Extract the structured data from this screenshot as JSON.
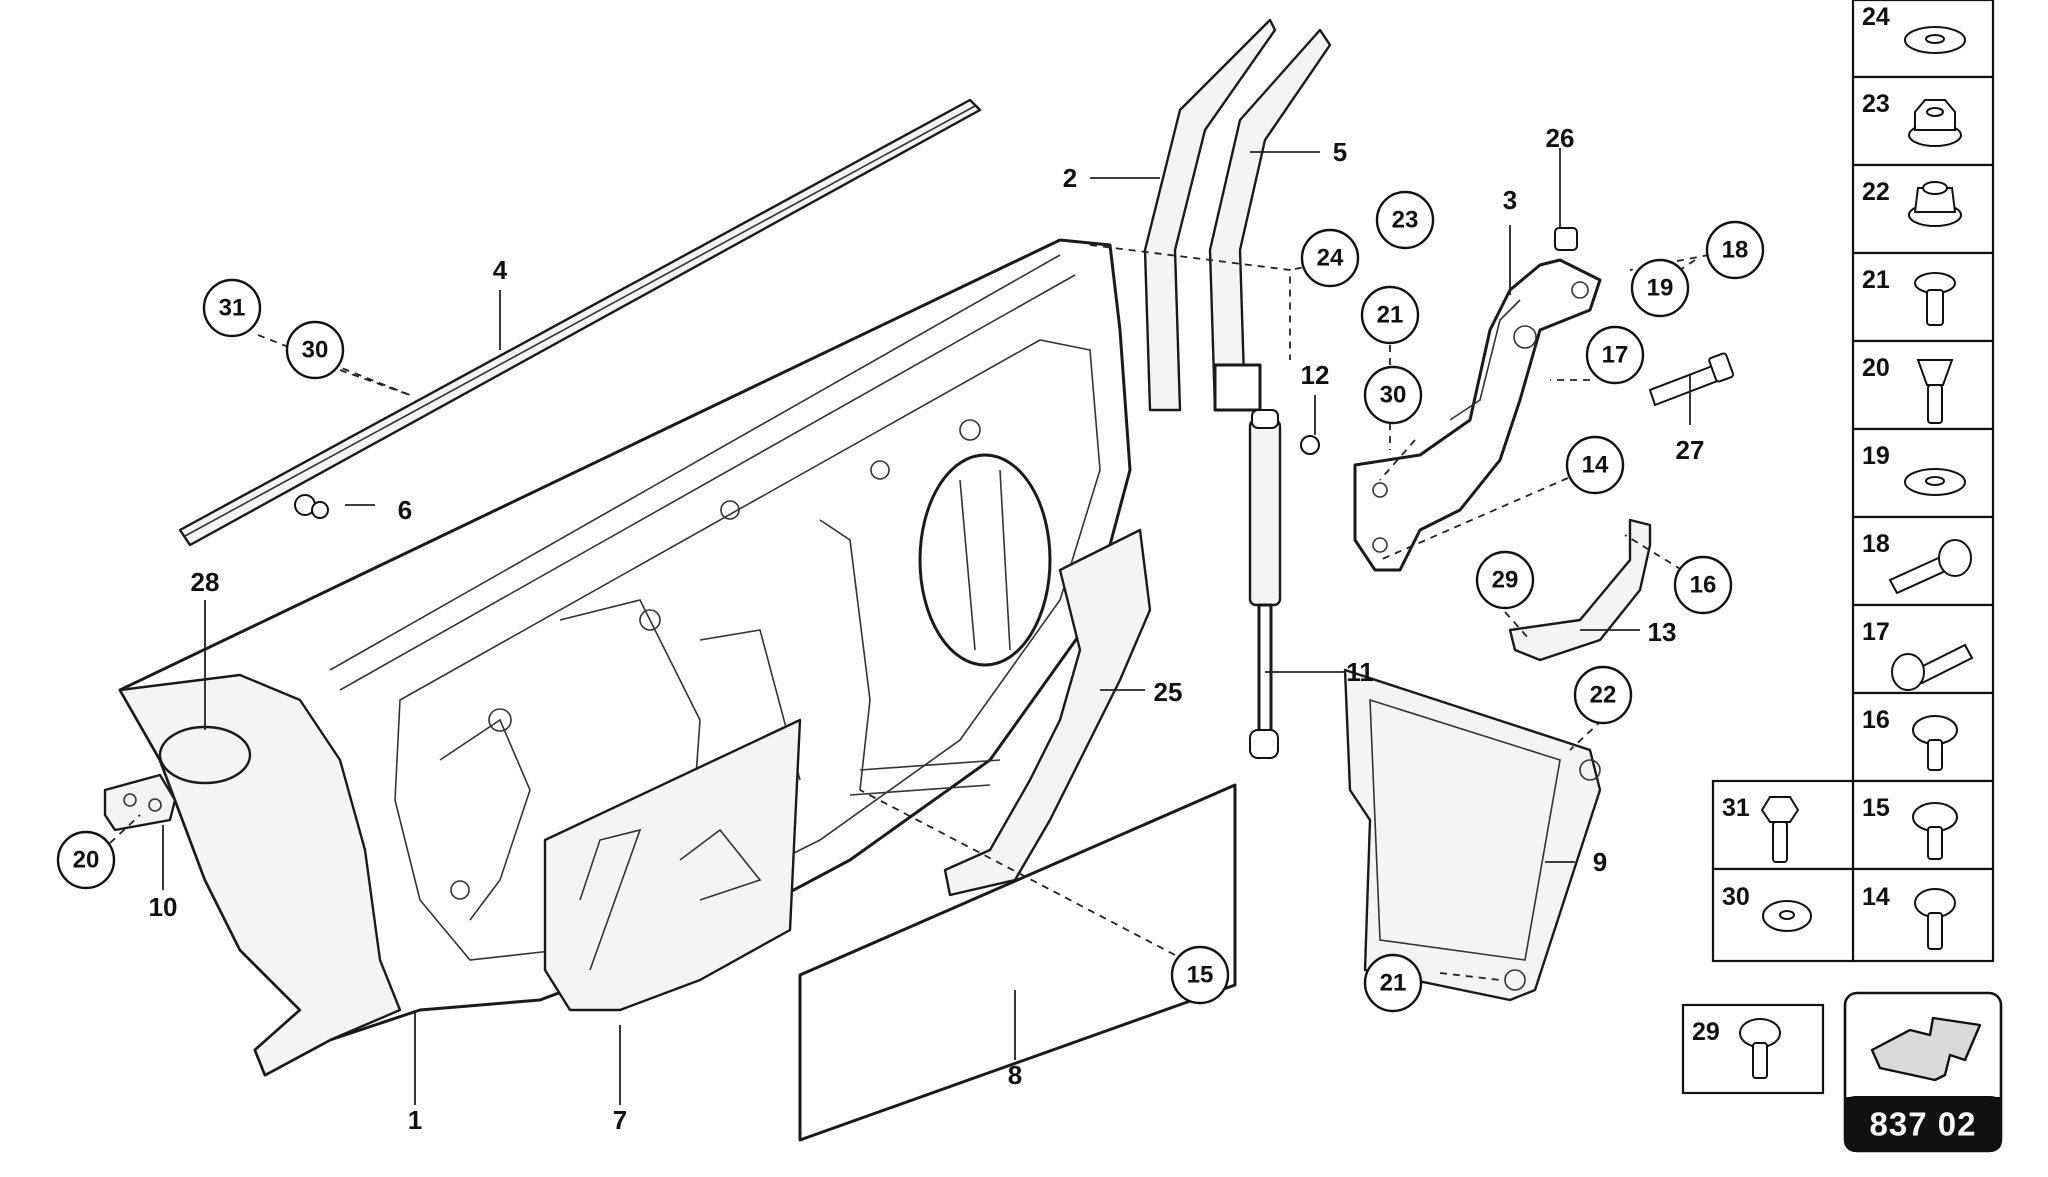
{
  "diagram": {
    "reference": "837 02",
    "part_labels": [
      "1",
      "2",
      "3",
      "4",
      "5",
      "6",
      "7",
      "8",
      "9",
      "10",
      "11",
      "12",
      "13",
      "25",
      "27",
      "26",
      "28"
    ],
    "callouts": [
      "31",
      "30",
      "23",
      "24",
      "21",
      "30",
      "18",
      "19",
      "17",
      "14",
      "29",
      "16",
      "22",
      "20",
      "15",
      "21"
    ],
    "legend": [
      "24",
      "23",
      "22",
      "21",
      "20",
      "19",
      "18",
      "17",
      "16",
      "15",
      "14",
      "31",
      "30",
      "29"
    ]
  }
}
